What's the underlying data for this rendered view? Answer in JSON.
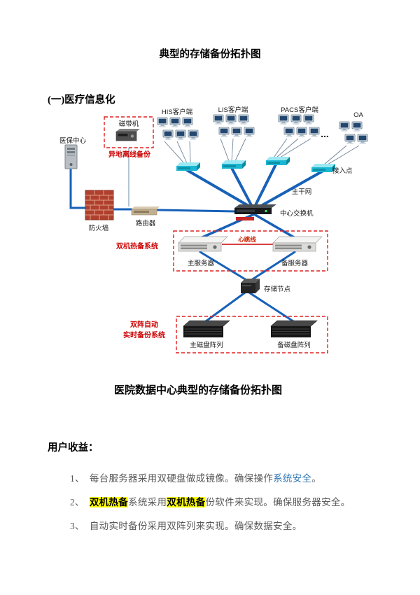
{
  "doc": {
    "title": "典型的存储备份拓扑图",
    "section": "(一)医疗信息化",
    "caption": "医院数据中心典型的存储备份拓扑图",
    "benefits_heading": "用户收益："
  },
  "diagram": {
    "tape_drive": "磁带机",
    "offsite_backup": "异地离线备份",
    "insurance_center": "医保中心",
    "firewall": "防火墙",
    "router": "路由器",
    "clients": {
      "his": "HIS客户端",
      "lis": "LIS客户端",
      "pacs": "PACS客户端",
      "oa": "OA",
      "ellipsis": "..."
    },
    "access_point": "接入点",
    "backbone": "主干网",
    "center_switch": "中心交换机",
    "hot_standby": "双机热备系统",
    "main_server": "主服务器",
    "heartbeat": "心跳线",
    "backup_server": "备服务器",
    "storage_node": "存储节点",
    "dual_array_line1": "双阵自动",
    "dual_array_line2": "实时备份系统",
    "main_array": "主磁盘阵列",
    "backup_array": "备磁盘阵列"
  },
  "benefits": {
    "item1": {
      "num": "1、",
      "t1": "每台服务器采用双硬盘做成镜像。确保操作",
      "blue": "系统安全",
      "t2": "。"
    },
    "item2": {
      "num": "2、",
      "hl1": "双机热备",
      "t1": "系统采用",
      "hl2": "双机热备",
      "t2": "份软件来实现。确保服务器安全。"
    },
    "item3": {
      "num": "3、",
      "t1": "自动实时备份采用双阵列来实现。确保数据安全。"
    }
  },
  "colors": {
    "red_label": "#cc0000",
    "dashed_box_red": "#e02020",
    "link_blue": "#2e74b5",
    "highlight_yellow": "#ffff00",
    "line_blue": "#1761b8"
  }
}
